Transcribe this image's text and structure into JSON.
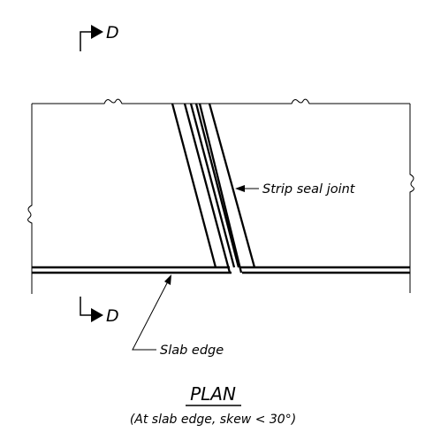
{
  "section_marks": {
    "top": {
      "letter": "D"
    },
    "bottom": {
      "letter": "D"
    }
  },
  "callouts": {
    "strip_seal_joint": "Strip seal joint",
    "slab_edge": "Slab edge"
  },
  "title": {
    "main": "PLAN",
    "sub": "(At slab edge, skew < 30°)"
  }
}
